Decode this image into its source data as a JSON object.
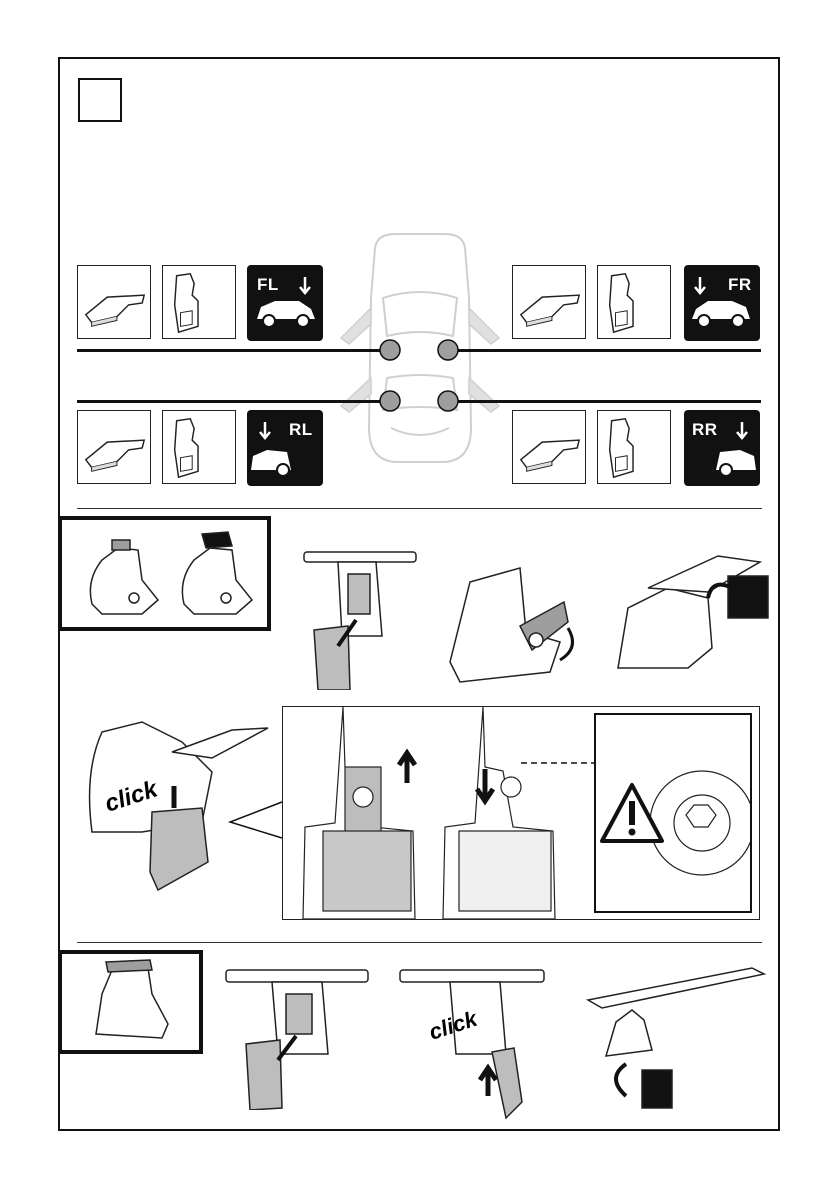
{
  "step": {
    "number": ""
  },
  "positions": {
    "front_left": "FL",
    "front_right": "FR",
    "rear_left": "RL",
    "rear_right": "RR"
  },
  "annotations": {
    "click_1": "click",
    "click_2": "click"
  },
  "colors": {
    "ink": "#111111",
    "part_gray": "#bdbdbd",
    "car_outline": "#cfcfcf",
    "marker_gray": "#9e9e9e"
  },
  "icons": [
    "pad-part-icon",
    "clamp-part-icon",
    "car-position-icon",
    "warning-icon",
    "arrow-up-icon",
    "arrow-down-icon",
    "rotate-arrow-icon"
  ]
}
